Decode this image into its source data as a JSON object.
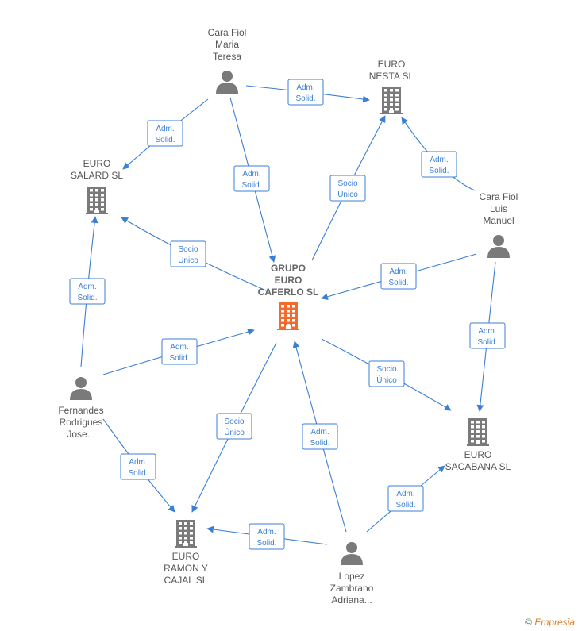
{
  "colors": {
    "edge": "#3b7fd4",
    "company": "#7a7a7a",
    "main_company": "#f26b2e",
    "person": "#7a7a7a"
  },
  "nodes": {
    "grupo": {
      "lines": [
        "GRUPO",
        "EURO",
        "CAFERLO  SL"
      ],
      "kind": "main-company",
      "icon": "building-icon"
    },
    "nesta": {
      "lines": [
        "EURO",
        "NESTA  SL"
      ],
      "kind": "company",
      "icon": "building-icon"
    },
    "salard": {
      "lines": [
        "EURO",
        "SALARD  SL"
      ],
      "kind": "company",
      "icon": "building-icon"
    },
    "sacabana": {
      "lines": [
        "EURO",
        "SACABANA  SL"
      ],
      "kind": "company",
      "icon": "building-icon"
    },
    "ramon": {
      "lines": [
        "EURO",
        "RAMON Y",
        "CAJAL  SL"
      ],
      "kind": "company",
      "icon": "building-icon"
    },
    "maria": {
      "lines": [
        "Cara Fiol",
        "Maria",
        "Teresa"
      ],
      "kind": "person",
      "icon": "person-icon"
    },
    "luis": {
      "lines": [
        "Cara Fiol",
        "Luis",
        "Manuel"
      ],
      "kind": "person",
      "icon": "person-icon"
    },
    "fernandes": {
      "lines": [
        "Fernandes",
        "Rodrigues",
        "Jose..."
      ],
      "kind": "person",
      "icon": "person-icon"
    },
    "lopez": {
      "lines": [
        "Lopez",
        "Zambrano",
        "Adriana..."
      ],
      "kind": "person",
      "icon": "person-icon"
    }
  },
  "edges": [
    {
      "from": "maria",
      "to": "nesta",
      "label": [
        "Adm.",
        "Solid."
      ]
    },
    {
      "from": "maria",
      "to": "salard",
      "label": [
        "Adm.",
        "Solid."
      ]
    },
    {
      "from": "maria",
      "to": "grupo",
      "label": [
        "Adm.",
        "Solid."
      ]
    },
    {
      "from": "grupo",
      "to": "nesta",
      "label": [
        "Socio",
        "Único"
      ]
    },
    {
      "from": "luis",
      "to": "nesta",
      "label": [
        "Adm.",
        "Solid."
      ]
    },
    {
      "from": "grupo",
      "to": "salard",
      "label": [
        "Socio",
        "Único"
      ]
    },
    {
      "from": "luis",
      "to": "grupo",
      "label": [
        "Adm.",
        "Solid."
      ]
    },
    {
      "from": "fernandes",
      "to": "salard",
      "label": [
        "Adm.",
        "Solid."
      ]
    },
    {
      "from": "luis",
      "to": "sacabana",
      "label": [
        "Adm.",
        "Solid."
      ]
    },
    {
      "from": "fernandes",
      "to": "grupo",
      "label": [
        "Adm.",
        "Solid."
      ]
    },
    {
      "from": "grupo",
      "to": "sacabana",
      "label": [
        "Socio",
        "Único"
      ]
    },
    {
      "from": "grupo",
      "to": "ramon",
      "label": [
        "Socio",
        "Único"
      ]
    },
    {
      "from": "lopez",
      "to": "grupo",
      "label": [
        "Adm.",
        "Solid."
      ]
    },
    {
      "from": "fernandes",
      "to": "ramon",
      "label": [
        "Adm.",
        "Solid."
      ]
    },
    {
      "from": "lopez",
      "to": "sacabana",
      "label": [
        "Adm.",
        "Solid."
      ]
    },
    {
      "from": "lopez",
      "to": "ramon",
      "label": [
        "Adm.",
        "Solid."
      ]
    }
  ],
  "footer": {
    "copyright": "©",
    "brand": "Empresia"
  }
}
